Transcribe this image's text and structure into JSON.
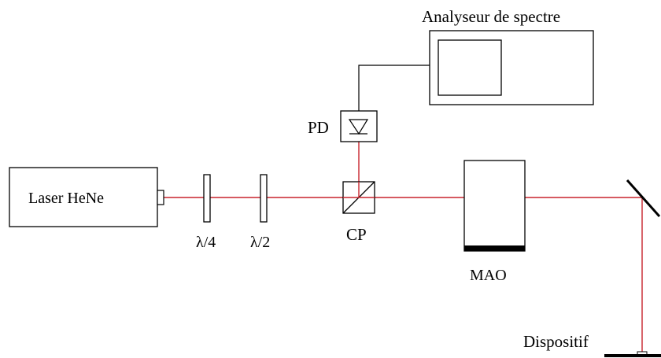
{
  "colors": {
    "beam": "#c8242d",
    "stroke": "#000000",
    "background": "#ffffff"
  },
  "labels": {
    "analyzer": "Analyseur de spectre",
    "photodiode": "PD",
    "laser": "Laser HeNe",
    "quarter_wave": "λ/4",
    "half_wave": "λ/2",
    "beam_splitter": "CP",
    "modulator": "MAO",
    "device": "Dispositif"
  }
}
